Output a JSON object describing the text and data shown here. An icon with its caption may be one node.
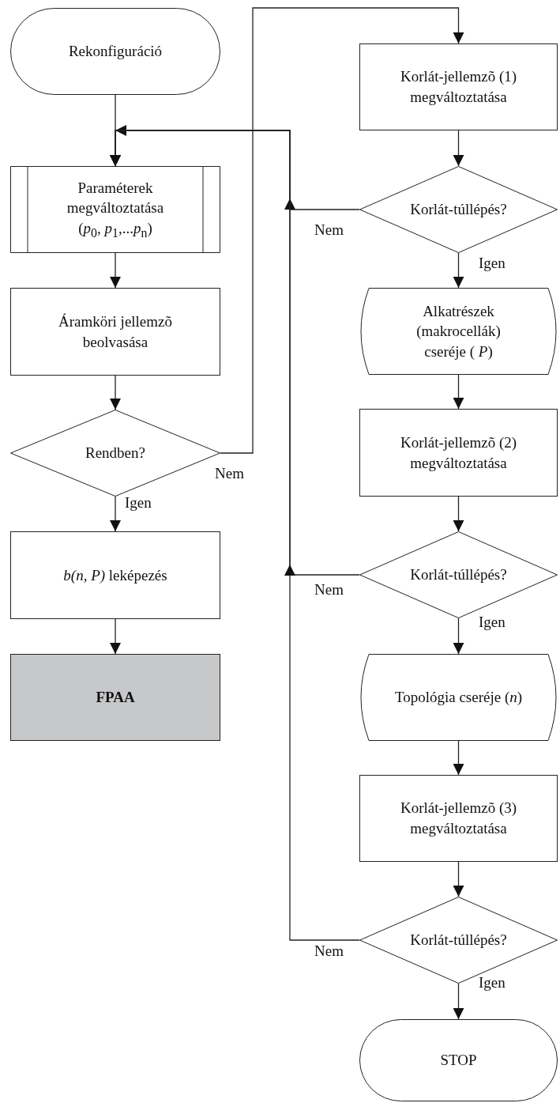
{
  "diagram": {
    "nodes": [
      {
        "text": [
          "Rekonfiguráció"
        ]
      },
      {
        "text": [
          "Paraméterek megváltoztatása",
          "(*p*$_{0}$, *p*$_{1}$,...*p*$_{n}$)"
        ]
      },
      {
        "text": [
          "Áramköri jellemzõ beolvasása"
        ]
      },
      {
        "text": [
          "Rendben?"
        ]
      },
      {
        "text": [
          "*b(n, P)*  leképezés"
        ]
      },
      {
        "text": [
          "FPAA"
        ]
      },
      {
        "text": [
          "Korlát-jellemzõ (1) megváltoztatása"
        ]
      },
      {
        "text": [
          "Korlát-túllépés?"
        ]
      },
      {
        "text": [
          "Alkatrészek (makrocellák) cseréje ( *P*)"
        ]
      },
      {
        "text": [
          "Korlát-jellemzõ (2) megváltoztatása"
        ]
      },
      {
        "text": [
          "Korlát-túllépés?"
        ]
      },
      {
        "text": [
          "Topológia cseréje (*n*)"
        ]
      },
      {
        "text": [
          "Korlát-jellemzõ (3) megváltoztatása"
        ]
      },
      {
        "text": [
          "Korlát-túllépés?"
        ]
      },
      {
        "text": [
          "STOP"
        ]
      }
    ],
    "edges": [
      {
        "from": 0,
        "to": 1,
        "arrow": "to"
      },
      {
        "from": 1,
        "to": 2,
        "arrow": "to"
      },
      {
        "from": 2,
        "to": 3,
        "arrow": "to"
      },
      {
        "from": 3,
        "to": 4,
        "arrow": "to",
        "label": "Igen"
      },
      {
        "from": 4,
        "to": 5,
        "arrow": "to"
      },
      {
        "from": 3,
        "to": 6,
        "arrow": "to",
        "label": "Nem"
      },
      {
        "from": 6,
        "to": 7,
        "arrow": "to"
      },
      {
        "from": 7,
        "to": 8,
        "arrow": "to",
        "label": "Igen"
      },
      {
        "from": 8,
        "to": 9,
        "arrow": "to"
      },
      {
        "from": 9,
        "to": 10,
        "arrow": "to"
      },
      {
        "from": 10,
        "to": 11,
        "arrow": "to",
        "label": "Igen"
      },
      {
        "from": 11,
        "to": 12,
        "arrow": "to"
      },
      {
        "from": 12,
        "to": 13,
        "arrow": "to"
      },
      {
        "from": 13,
        "to": 14,
        "arrow": "to",
        "label": "Igen"
      },
      {
        "from": 7,
        "to": 1,
        "arrow": "to",
        "label": "Nem"
      },
      {
        "from": 10,
        "to": 1,
        "arrow": "to",
        "label": "Nem"
      },
      {
        "from": 13,
        "to": 1,
        "arrow": "to",
        "label": "Nem"
      }
    ]
  }
}
